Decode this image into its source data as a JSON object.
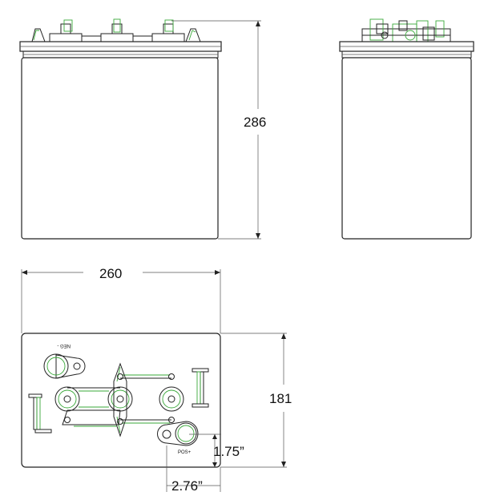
{
  "dimensions": {
    "height": "286",
    "length": "260",
    "width": "181",
    "terminal_offset_y": "1.75”",
    "terminal_offset_x": "2.76”"
  },
  "terminals": {
    "negative": "NEG -",
    "positive": "POS+"
  }
}
